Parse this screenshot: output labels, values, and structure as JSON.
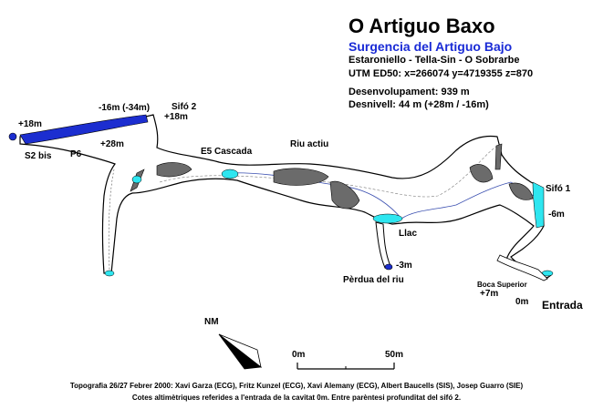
{
  "header": {
    "title": "O Artiguo Baxo",
    "subtitle": "Surgencia del Artiguo Bajo",
    "location": "Estaroniello - Tella-Sin - O Sobrarbe",
    "coords": "UTM ED50: x=266074  y=4719355 z=870",
    "development": "Desenvolupament: 939 m",
    "depth": "Desnivell: 44 m (+28m / -16m)"
  },
  "labels": {
    "plus18_left": "+18m",
    "s2bis": "S2 bis",
    "p6": "P6",
    "plus28": "+28m",
    "minus16": "-16m (-34m)",
    "sifo2": "Sifó 2",
    "sifo2_depth": "+18m",
    "e5": "E5 Cascada",
    "riu_actiu": "Riu actiu",
    "llac": "Llac",
    "minus3": "-3m",
    "perdua": "Pèrdua del riu",
    "sifo1": "Sifó 1",
    "minus6": "-6m",
    "boca_superior": "Boca Superior",
    "plus7": "+7m",
    "zero": "0m",
    "entrada": "Entrada"
  },
  "north": {
    "label": "NM"
  },
  "scale": {
    "start": "0m",
    "end": "50m"
  },
  "credits": {
    "line1": "Topografia 26/27 Febrer 2000: Xavi Garza (ECG), Fritz Kunzel (ECG), Xavi Alemany (ECG), Albert Baucells (SIS), Josep Guarro (SIE)",
    "line2": "Cotes altimètriques referides a l'entrada de la cavitat 0m. Entre parèntesi profunditat del sifó 2."
  },
  "colors": {
    "water": "#2ee6f0",
    "sump": "#1c2ed0",
    "rock": "#6b6b6b",
    "passage_fill": "#ffffff",
    "outline": "#000000",
    "subtitle": "#1a2bd6"
  }
}
